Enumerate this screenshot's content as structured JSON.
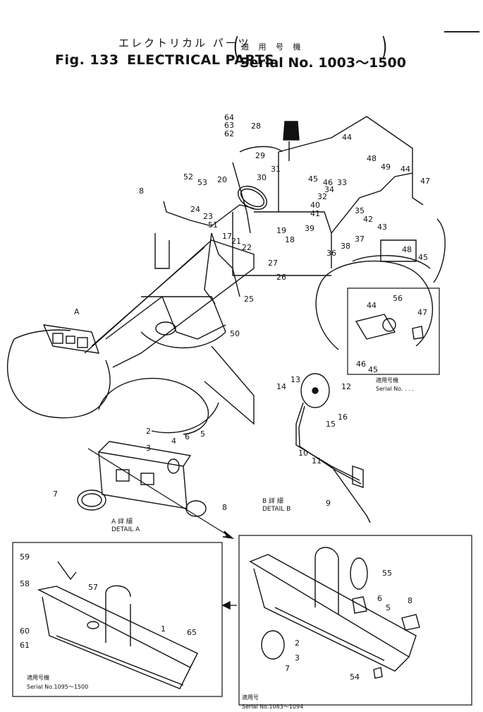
{
  "header": {
    "jp_title": "エレクトリカル パーツ",
    "jp_applicable": "適 用 号 機",
    "fig": "Fig. 133",
    "title": "ELECTRICAL PARTS",
    "serial": "Serial No. 1003～1500"
  },
  "callouts": {
    "c64": "64",
    "c63": "63",
    "c62": "62",
    "c28": "28",
    "c29": "29",
    "c44a": "44",
    "c48a": "48",
    "c49": "49",
    "c44b": "44",
    "c47a": "47",
    "c31": "31",
    "c30": "30",
    "c45a": "45",
    "c46a": "46",
    "c33": "33",
    "c32": "32",
    "c34": "34",
    "c40": "40",
    "c41": "41",
    "c35": "35",
    "c42": "42",
    "c43": "43",
    "c39": "39",
    "c36": "36",
    "c38": "38",
    "c37": "37",
    "c48b": "48",
    "c45b": "45",
    "c20": "20",
    "c52": "52",
    "c53": "53",
    "c8a": "8",
    "c24": "24",
    "c23": "23",
    "c51": "51",
    "c17": "17",
    "c21": "21",
    "c22": "22",
    "c19": "19",
    "c18": "18",
    "c27": "27",
    "c26": "26",
    "c25": "25",
    "c50": "50",
    "cA": "A",
    "c56": "56",
    "c44c": "44",
    "c47b": "47",
    "c46b": "46",
    "c45c": "45",
    "c13": "13",
    "c12": "12",
    "c14": "14",
    "c16": "16",
    "c15": "15",
    "c10": "10",
    "c11": "11",
    "c9": "9",
    "c2": "2",
    "c3": "3",
    "c4": "4",
    "c6": "6",
    "c5": "5",
    "c7": "7",
    "c8b": "8",
    "c59": "59",
    "c58": "58",
    "c57": "57",
    "c60": "60",
    "c61": "61",
    "c1": "1",
    "c65": "65",
    "c55": "55",
    "c6b": "6",
    "c5b": "5",
    "c8c": "8",
    "c2b": "2",
    "c7b": "7",
    "c3b": "3",
    "c54": "54"
  },
  "labels": {
    "detail_a_jp": "A 詳 細",
    "detail_a": "DETAIL A",
    "detail_b_jp": "B 詳 細",
    "detail_b": "DETAIL B",
    "inset_applicable_jp": "適用号機",
    "inset_serial": "Serial No. . . .",
    "left_applicable_jp": "適用号機",
    "left_serial": "Serial No.1095～1500",
    "right_applicable_jp": "適用号",
    "right_serial": "Serial No.1083～1094"
  }
}
